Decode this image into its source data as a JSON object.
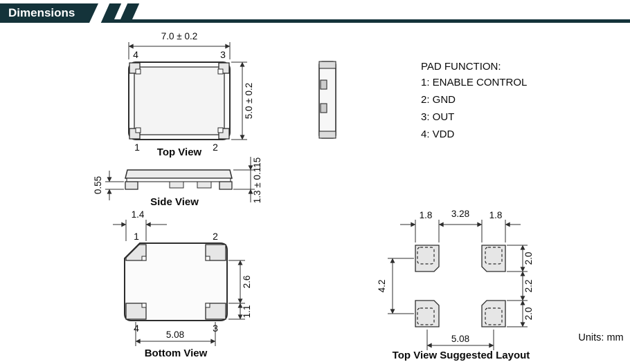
{
  "header": {
    "title": "Dimensions",
    "bar_color": "#14333a"
  },
  "units_label": "Units: mm",
  "top_view": {
    "label": "Top View",
    "dim_width": "7.0 ± 0.2",
    "dim_height": "5.0 ± 0.2",
    "pads": {
      "top_left": "4",
      "top_right": "3",
      "bottom_left": "1",
      "bottom_right": "2"
    }
  },
  "side_view": {
    "label": "Side View",
    "dim_pad_height": "0.55",
    "dim_total_height": "1.3 ± 0.115"
  },
  "pad_function": {
    "title": "PAD FUNCTION:",
    "items": [
      "1: ENABLE CONTROL",
      "2: GND",
      "3: OUT",
      "4: VDD"
    ]
  },
  "bottom_view": {
    "label": "Bottom View",
    "dim_pad_width": "1.4",
    "dim_gap": "2.6",
    "dim_pad_height": "1.1",
    "dim_pitch": "5.08",
    "pads": {
      "top_left": "1",
      "top_right": "2",
      "bottom_left": "4",
      "bottom_right": "3"
    }
  },
  "layout_view": {
    "label": "Top View Suggested Layout",
    "dim_pad_width_left": "1.8",
    "dim_gap_h": "3.28",
    "dim_pad_width_right": "1.8",
    "dim_pad_h_top": "2.0",
    "dim_gap_v": "2.2",
    "dim_pad_h_bottom": "2.0",
    "dim_span_v": "4.2",
    "dim_pitch": "5.08"
  }
}
